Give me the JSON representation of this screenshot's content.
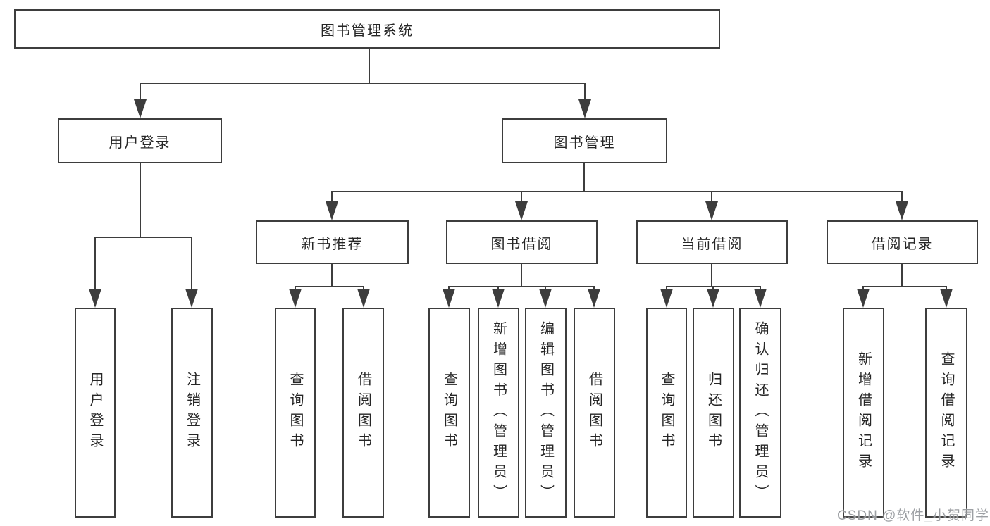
{
  "diagram": {
    "type": "hierarchy-tree",
    "tree": {
      "root": {
        "label": "图书管理系统"
      },
      "branches": [
        {
          "label": "用户登录",
          "children": [
            {
              "label": "用户登录"
            },
            {
              "label": "注销登录"
            }
          ]
        },
        {
          "label": "图书管理",
          "children": [
            {
              "label": "新书推荐",
              "children": [
                {
                  "label": "查询图书"
                },
                {
                  "label": "借阅图书"
                }
              ]
            },
            {
              "label": "图书借阅",
              "children": [
                {
                  "label": "查询图书"
                },
                {
                  "label": "新增图书（管理员）"
                },
                {
                  "label": "编辑图书（管理员）"
                },
                {
                  "label": "借阅图书"
                }
              ]
            },
            {
              "label": "当前借阅",
              "children": [
                {
                  "label": "查询图书"
                },
                {
                  "label": "归还图书"
                },
                {
                  "label": "确认归还（管理员）"
                }
              ]
            },
            {
              "label": "借阅记录",
              "children": [
                {
                  "label": "新增借阅记录"
                },
                {
                  "label": "查询借阅记录"
                }
              ]
            }
          ]
        }
      ]
    },
    "colors": {
      "line": "#3d3d3d",
      "box_border": "#3d3d3d",
      "text": "#262626",
      "background": "#ffffff",
      "watermark": "#94979b"
    }
  },
  "watermark": {
    "text": "CSDN @软件_小贺同学"
  }
}
